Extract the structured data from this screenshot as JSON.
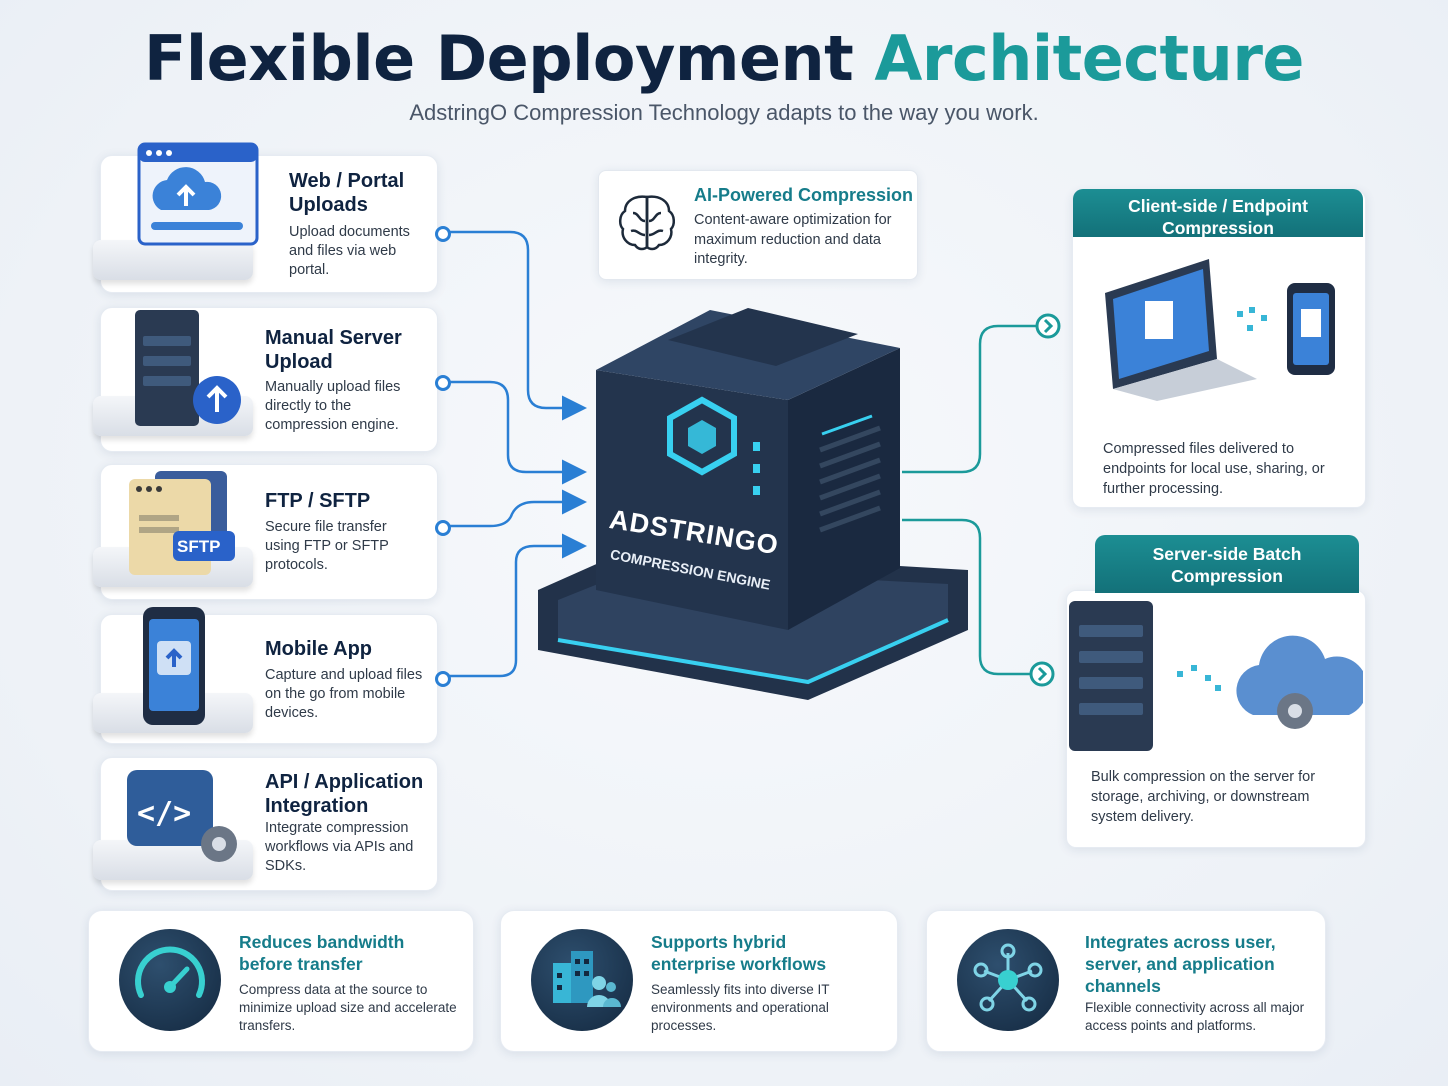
{
  "header": {
    "title_main": "Flexible Deployment",
    "title_accent": "Architecture",
    "subtitle": "AdstringO Compression Technology adapts to the way you work."
  },
  "inputs": [
    {
      "title": "Web / Portal Uploads",
      "desc": "Upload documents and files via web portal.",
      "icon": "browser-upload-icon"
    },
    {
      "title": "Manual Server Upload",
      "desc": "Manually upload files directly to the compression engine.",
      "icon": "server-upload-icon"
    },
    {
      "title": "FTP / SFTP",
      "desc": "Secure file transfer using FTP or SFTP protocols.",
      "icon": "sftp-folder-icon",
      "badge": "SFTP"
    },
    {
      "title": "Mobile App",
      "desc": "Capture and upload files on the go from mobile devices.",
      "icon": "mobile-upload-icon"
    },
    {
      "title": "API / Application Integration",
      "desc": "Integrate compression workflows via APIs and SDKs.",
      "icon": "code-gear-icon",
      "badge": "</>"
    }
  ],
  "ai_card": {
    "title": "AI-Powered Compression",
    "desc": "Content-aware optimization for maximum reduction and data integrity.",
    "icon": "brain-icon"
  },
  "engine": {
    "brand": "ADSTRINGO",
    "subtitle": "COMPRESSION ENGINE",
    "icon": "hexagon-cube-icon"
  },
  "outputs": [
    {
      "title": "Client-side / Endpoint Compression",
      "desc": "Compressed files delivered to endpoints for local use, sharing, or further processing.",
      "icon": "laptop-phone-icon"
    },
    {
      "title": "Server-side Batch Compression",
      "desc": "Bulk compression on the server for storage, archiving, or downstream system delivery.",
      "icon": "server-cloud-icon"
    }
  ],
  "benefits": [
    {
      "title": "Reduces bandwidth before transfer",
      "desc": "Compress data at the source to minimize upload size and accelerate transfers.",
      "icon": "speedometer-icon"
    },
    {
      "title": "Supports hybrid enterprise workflows",
      "desc": "Seamlessly fits into diverse IT environments and operational processes.",
      "icon": "buildings-people-icon"
    },
    {
      "title": "Integrates across user, server, and application channels",
      "desc": "Flexible connectivity across all major access points and platforms.",
      "icon": "network-hub-icon"
    }
  ],
  "colors": {
    "navy": "#0f2340",
    "teal": "#1b9a9a",
    "link_blue": "#2a7fd4",
    "link_teal": "#1b9a9a"
  }
}
